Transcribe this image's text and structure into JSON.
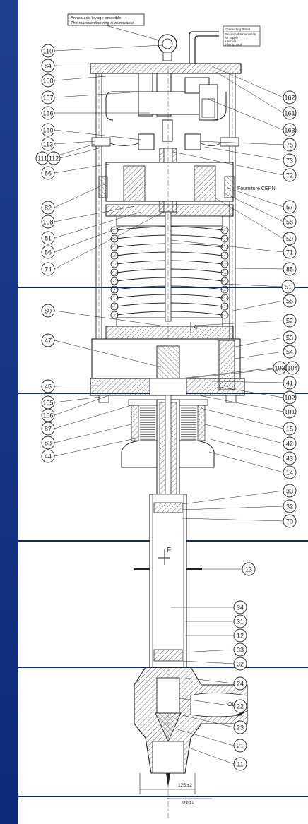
{
  "note": {
    "line1": "Anneau de levage amovible",
    "line2": "The manutention ring is removable"
  },
  "connecting": {
    "title": "Connecting Φ6x8",
    "line1": "Pression d'alimentation",
    "line2": "Air supply",
    "line3": "6 bar rel.",
    "line4": "6 bar g. sout"
  },
  "fourniture_label": "Fourniture CERN",
  "section_label": "F",
  "dim_a_label": "A",
  "out_label": "OUT",
  "dimension_1": "125 ±2",
  "dimension_2": "ΦΦ ±1",
  "callouts_left": [
    "110",
    "84",
    "100",
    "107",
    "166",
    "160",
    "113",
    "111",
    "112",
    "86",
    "82",
    "108",
    "81",
    "56",
    "74",
    "80",
    "47",
    "45",
    "105",
    "106",
    "87",
    "83",
    "44"
  ],
  "callouts_right": [
    "162",
    "161",
    "163",
    "75",
    "73",
    "72",
    "57",
    "58",
    "59",
    "71",
    "85",
    "51",
    "55",
    "52",
    "53",
    "54",
    "103",
    "104",
    "41",
    "102",
    "101",
    "15",
    "42",
    "43",
    "14",
    "33",
    "32",
    "70",
    "13",
    "34",
    "31",
    "12",
    "33",
    "32",
    "24",
    "22",
    "23",
    "21",
    "11"
  ],
  "colors": {
    "band": "#0c2a78",
    "rule": "#0a2a6e",
    "line": "#222222",
    "hatch": "#444444"
  }
}
